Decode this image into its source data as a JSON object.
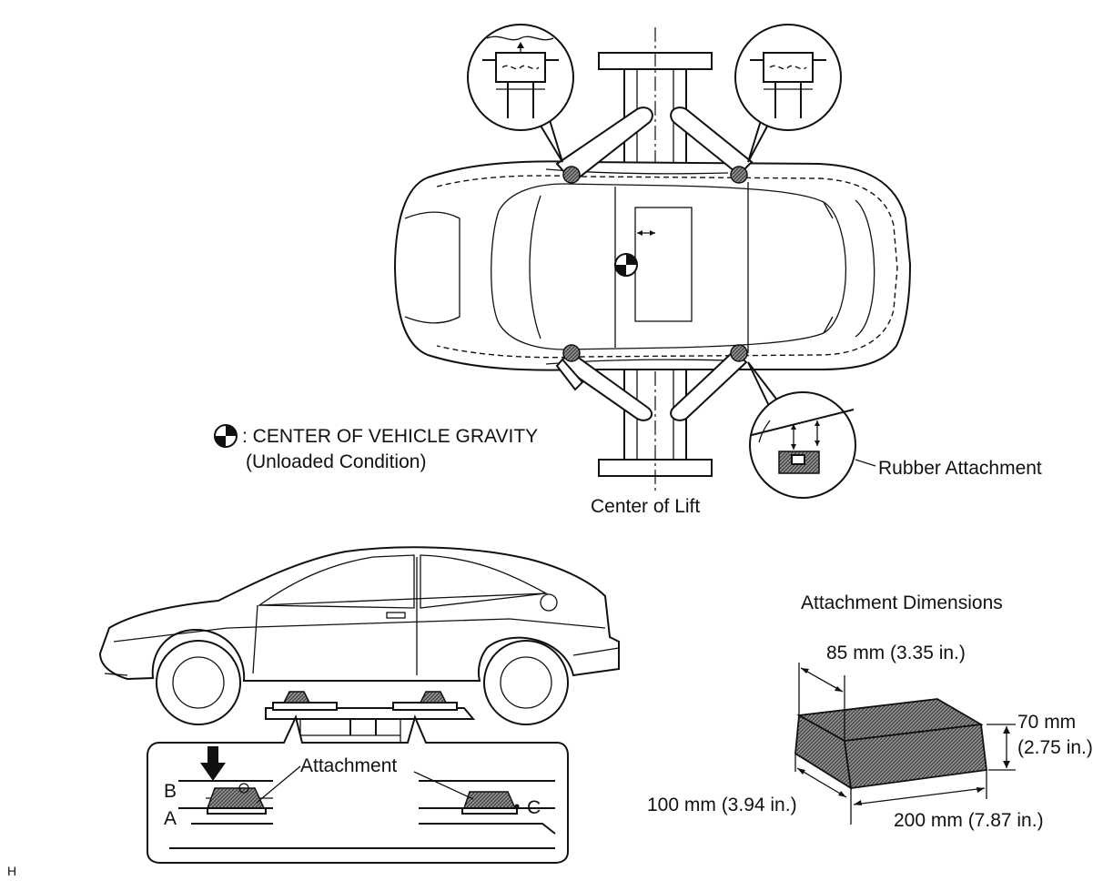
{
  "labels": {
    "cog_text": ": CENTER OF VEHICLE GRAVITY",
    "cog_sub": "(Unloaded Condition)",
    "center_of_lift": "Center of Lift",
    "rubber_attachment": "Rubber Attachment",
    "attachment_dimensions": "Attachment Dimensions",
    "dim_85": "85 mm (3.35 in.)",
    "dim_70a": "70 mm",
    "dim_70b": "(2.75 in.)",
    "dim_100": "100 mm (3.94 in.)",
    "dim_200": "200 mm (7.87 in.)",
    "attachment": "Attachment",
    "label_a": "A",
    "label_b": "B",
    "label_c": "C",
    "corner_code": "H"
  },
  "colors": {
    "line": "#111111",
    "background": "#ffffff",
    "hatch": "#6a6a6a"
  }
}
